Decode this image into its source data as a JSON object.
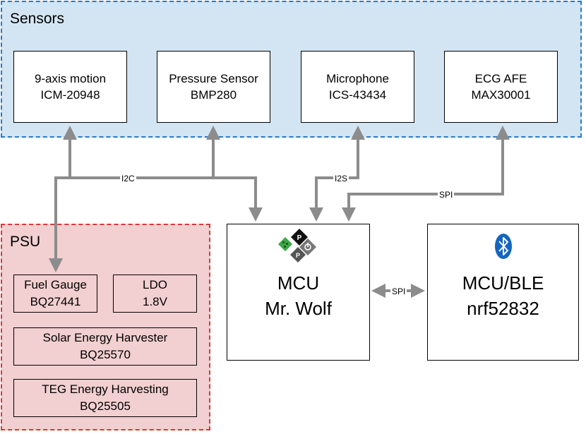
{
  "sensors": {
    "title": "Sensors",
    "items": [
      {
        "name": "9-axis motion",
        "part": "ICM-20948"
      },
      {
        "name": "Pressure Sensor",
        "part": "BMP280"
      },
      {
        "name": "Microphone",
        "part": "ICS-43434"
      },
      {
        "name": "ECG AFE",
        "part": "MAX30001"
      }
    ]
  },
  "psu": {
    "title": "PSU",
    "items": [
      {
        "name": "Fuel Gauge",
        "part": "BQ27441"
      },
      {
        "name": "LDO",
        "part": "1.8V"
      },
      {
        "name": "Solar Energy Harvester",
        "part": "BQ25570"
      },
      {
        "name": "TEG Energy Harvesting",
        "part": "BQ25505"
      }
    ]
  },
  "mcu": {
    "line1": "MCU",
    "line2": "Mr. Wolf"
  },
  "ble": {
    "line1": "MCU/BLE",
    "line2": "nrf52832"
  },
  "buses": {
    "i2c": "I2C",
    "i2s": "I2S",
    "spi_ecg": "SPI",
    "spi_link": "SPI"
  },
  "icons": {
    "mcu_logo": "pulp-platform-logo",
    "ble_logo": "bluetooth-icon"
  },
  "colors": {
    "sensors_fill": "#d3e4f2",
    "sensors_border": "#2b7bc0",
    "psu_fill": "#f2cfd0",
    "psu_border": "#d63a3a",
    "wire": "#8c8c8c",
    "bluetooth": "#1565c0"
  }
}
